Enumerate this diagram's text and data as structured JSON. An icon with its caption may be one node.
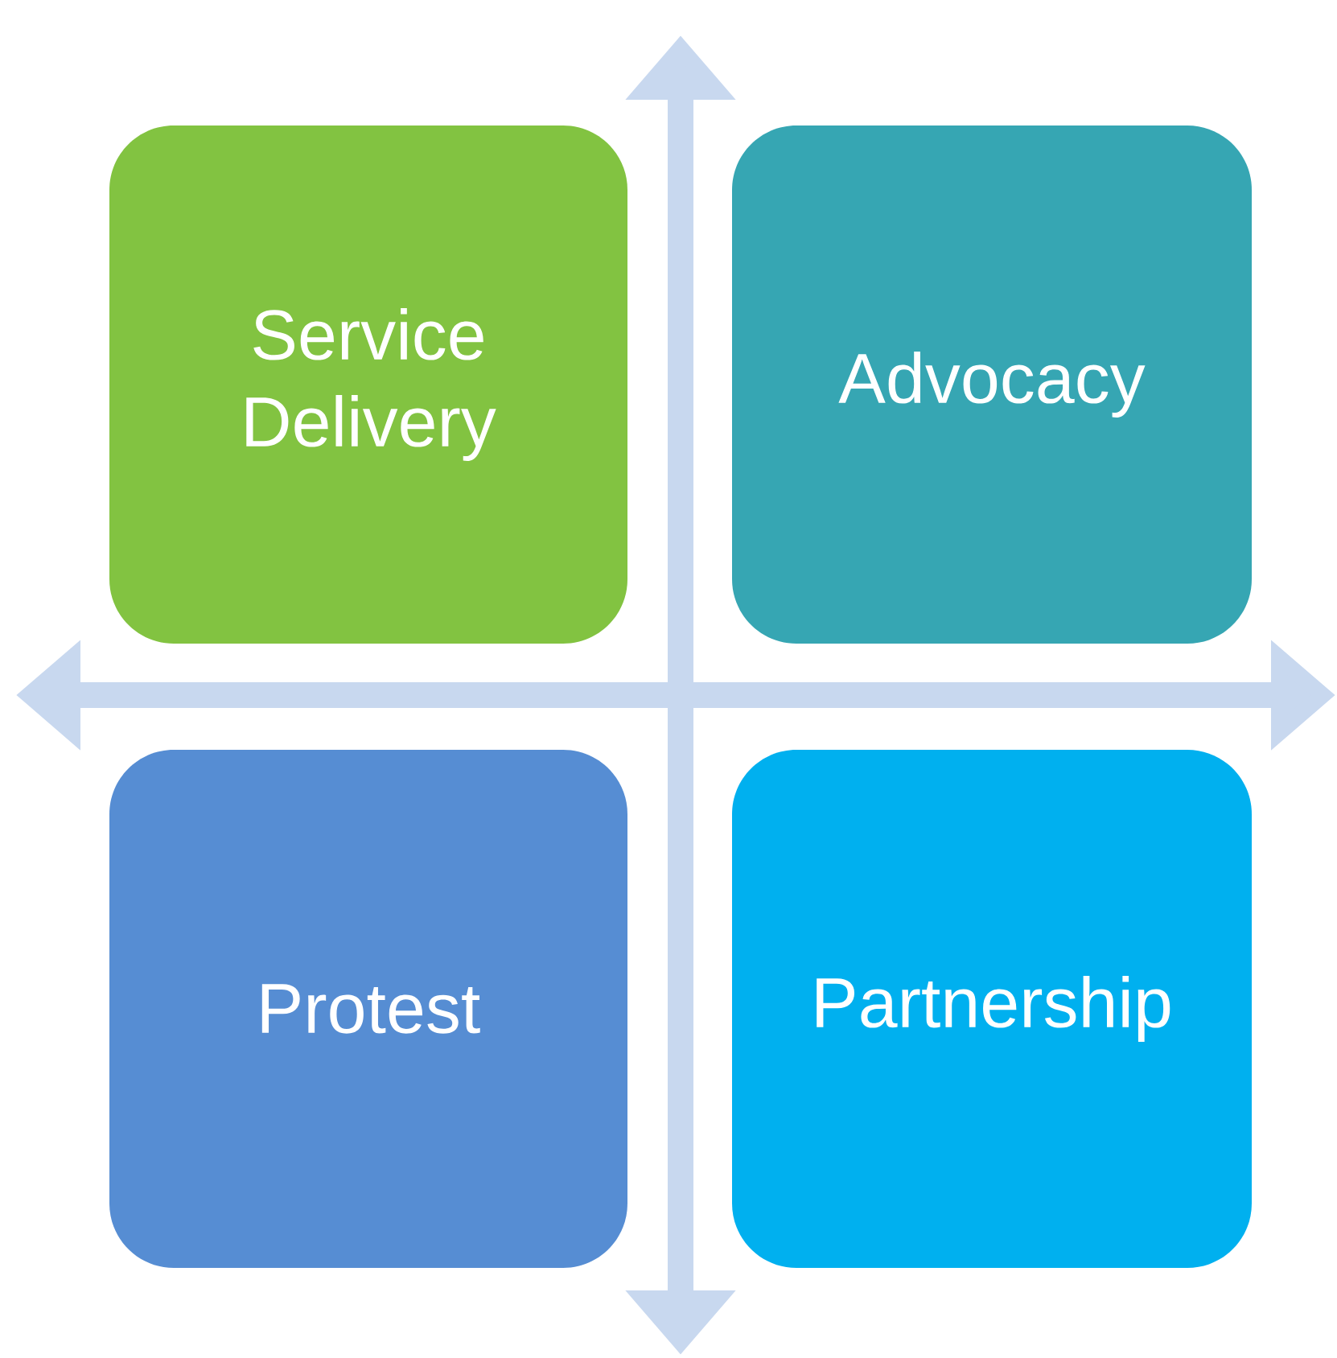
{
  "diagram": {
    "nodes": [
      {
        "text": [
          "Service Delivery"
        ]
      },
      {
        "text": [
          "Advocacy"
        ]
      },
      {
        "text": [
          "Protest"
        ]
      },
      {
        "text": [
          "Partnership"
        ]
      }
    ]
  }
}
